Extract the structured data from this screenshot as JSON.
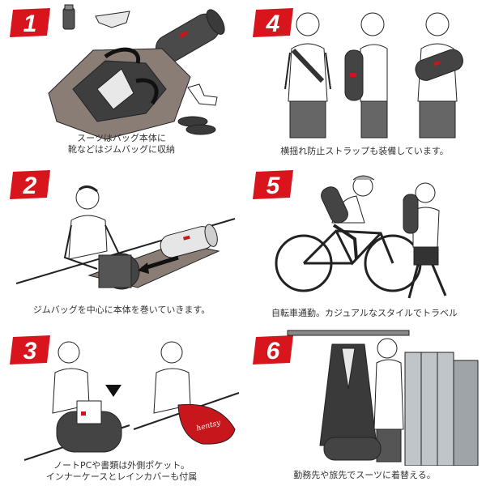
{
  "steps": [
    {
      "number": "1",
      "caption_lines": [
        "スーツはバッグ本体に",
        "靴などはジムバッグに収納"
      ]
    },
    {
      "number": "2",
      "caption_lines": [
        "ジムバッグを中心に本体を巻いていきます。"
      ]
    },
    {
      "number": "3",
      "caption_lines": [
        "ノートPCや書類は外側ポケット。",
        "インナーケースとレインカバーも付属"
      ]
    },
    {
      "number": "4",
      "caption_lines": [
        "横揺れ防止ストラップも装備しています。"
      ]
    },
    {
      "number": "5",
      "caption_lines": [
        "自転車通勤。カジュアルなスタイルでトラベル"
      ]
    },
    {
      "number": "6",
      "caption_lines": [
        "勤務先や旅先でスーツに着替える。"
      ]
    }
  ],
  "colors": {
    "badge": "#d8141c",
    "line": "#222222",
    "bag": "#4a4a4a",
    "suit": "#8a7d76",
    "cover": "#c8161d"
  },
  "logo_text": "hentsy"
}
